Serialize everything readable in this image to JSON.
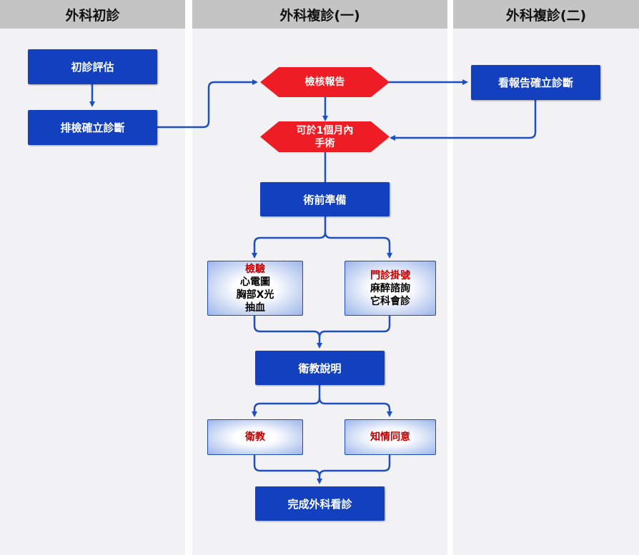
{
  "lanes": {
    "initial": "外科初診",
    "followup1": "外科複診(一)",
    "followup2": "外科複診(二)"
  },
  "nodes": {
    "initial_assessment": "初診評估",
    "schedule_exam": "排檢確立診斷",
    "review_report": "檢核報告",
    "surgery_within_month_line1": "可於1個月內",
    "surgery_within_month_line2": "手術",
    "view_report_diagnosis": "看報告確立診斷",
    "preop_prep": "術前準備",
    "exam_title": "檢驗",
    "exam_ecg": "心電圖",
    "exam_xray": "胸部X光",
    "exam_blood": "抽血",
    "clinic_title": "門診掛號",
    "clinic_anesthesia": "麻醉諮詢",
    "clinic_consult": "它科會診",
    "health_edu_explain": "衛教說明",
    "health_edu": "衛教",
    "informed_consent": "知情同意",
    "complete_visit": "完成外科看診"
  },
  "colors": {
    "box_blue": "#1240bf",
    "decision_red": "#ee1c24",
    "connector": "#1e4fc0",
    "highlight_text": "#c00000"
  }
}
